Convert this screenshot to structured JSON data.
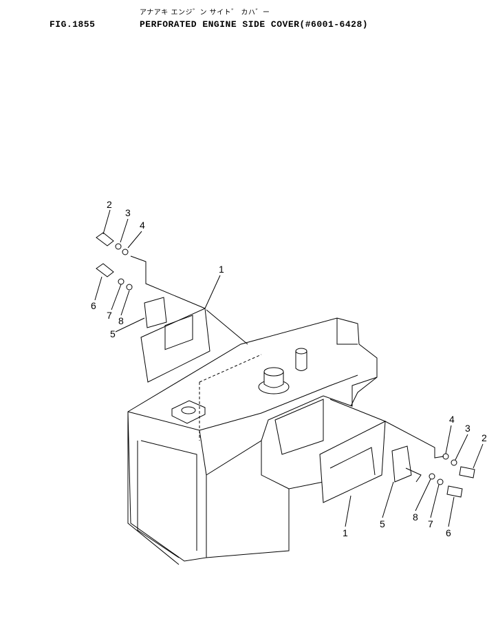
{
  "header": {
    "japanese_title": "アナアキ エンジ゛ン サイト゛ カハ゛ー",
    "figure_number": "FIG.1855",
    "title": "PERFORATED ENGINE SIDE COVER(#6001-6428)"
  },
  "callouts": {
    "left": [
      "2",
      "3",
      "4",
      "6",
      "7",
      "8",
      "1",
      "5"
    ],
    "right": [
      "4",
      "3",
      "2",
      "5",
      "8",
      "7",
      "6",
      "1"
    ]
  }
}
